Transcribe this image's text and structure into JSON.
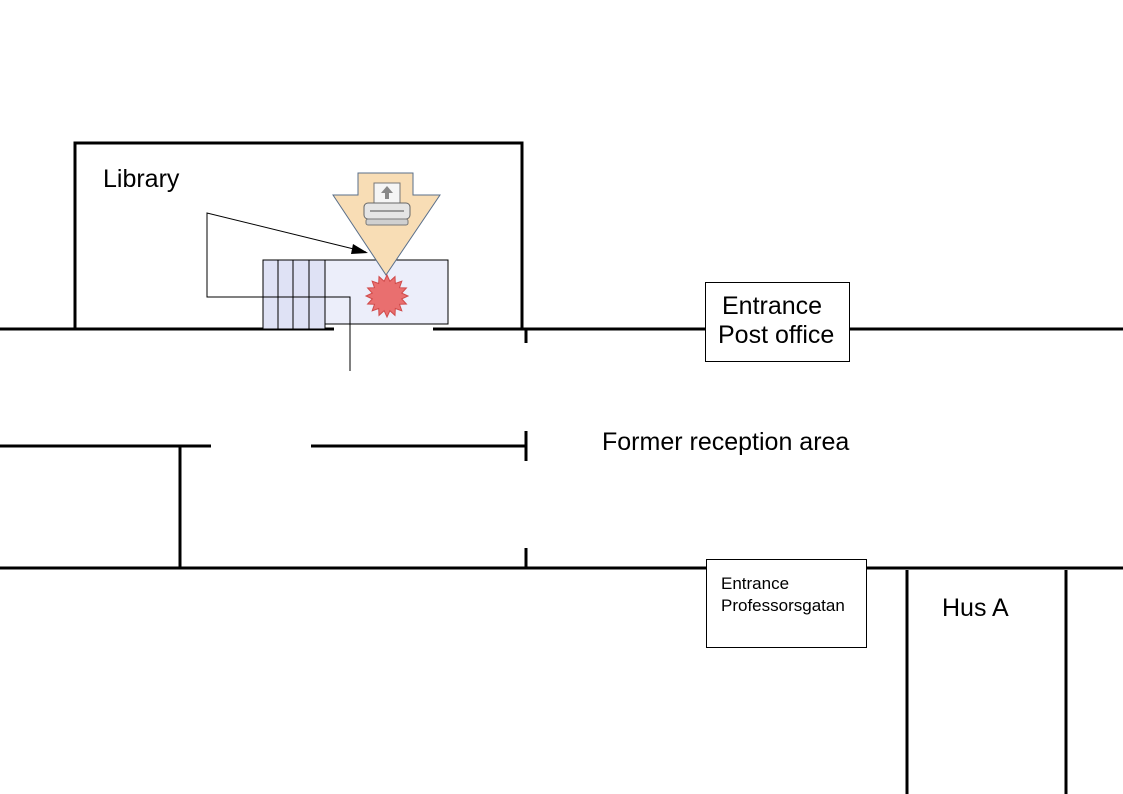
{
  "labels": {
    "library": "Library",
    "reception": "Former reception area",
    "hus_a": "Hus A"
  },
  "entrances": {
    "post_office": {
      "line1": "Entrance",
      "line2": "Post office"
    },
    "professorsgatan": {
      "line1": "Entrance",
      "line2": "Professorsgatan"
    }
  },
  "icons": {
    "printer": "printer-icon",
    "arrow": "location-arrow-icon",
    "marker": "you-are-here-burst-icon",
    "stairs": "stairs-icon"
  },
  "colors": {
    "walls": "#000000",
    "arrow_fill": "#f8ddb5",
    "burst_fill": "#e96f6f",
    "desk_fill": "#eceefa",
    "stairs_fill": "#dfe2f5"
  }
}
